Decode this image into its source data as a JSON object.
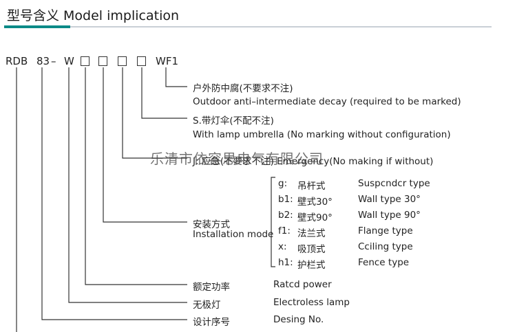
{
  "header": {
    "title": "型号含义 Model implication"
  },
  "code": {
    "prefix": "RDB",
    "series": "83",
    "dash": "–",
    "lamp": "W",
    "suffix": "WF1"
  },
  "labels": {
    "outdoor_cn": "户外防中腐(不要求不注)",
    "outdoor_en": "Outdoor anti–intermediate decay (required to be marked)",
    "umbrella_cn": "S.带灯伞(不配不注)",
    "umbrella_en": "With lamp umbrella (No marking without configuration)",
    "emergency": "J: 应急(不要求不注) Emergency(No making if without)",
    "install_cn": "安装方式",
    "install_en": "Installation mode",
    "power_cn": "额定功率",
    "power_en": "Ratcd power",
    "lamp_cn": "无极灯",
    "lamp_en": "Electroless lamp",
    "design_cn": "设计序号",
    "design_en": "Desing No."
  },
  "install_options": [
    {
      "code": "g:",
      "cn": "吊杆式",
      "en": "Suspcndcr type"
    },
    {
      "code": "b1:",
      "cn": "壁式30°",
      "en": "Wall type 30°"
    },
    {
      "code": "b2:",
      "cn": "壁式90°",
      "en": "Wall type 90°"
    },
    {
      "code": "f1:",
      "cn": "法兰式",
      "en": "Flange type"
    },
    {
      "code": "x:",
      "cn": "吸顶式",
      "en": "Cciling type"
    },
    {
      "code": "h1:",
      "cn": "护栏式",
      "en": "Fence type"
    }
  ],
  "watermark": "乐清市依容思电气有限公司",
  "colors": {
    "accent": "#0b8a87",
    "rule": "#c9cfd6",
    "line": "#333333"
  }
}
